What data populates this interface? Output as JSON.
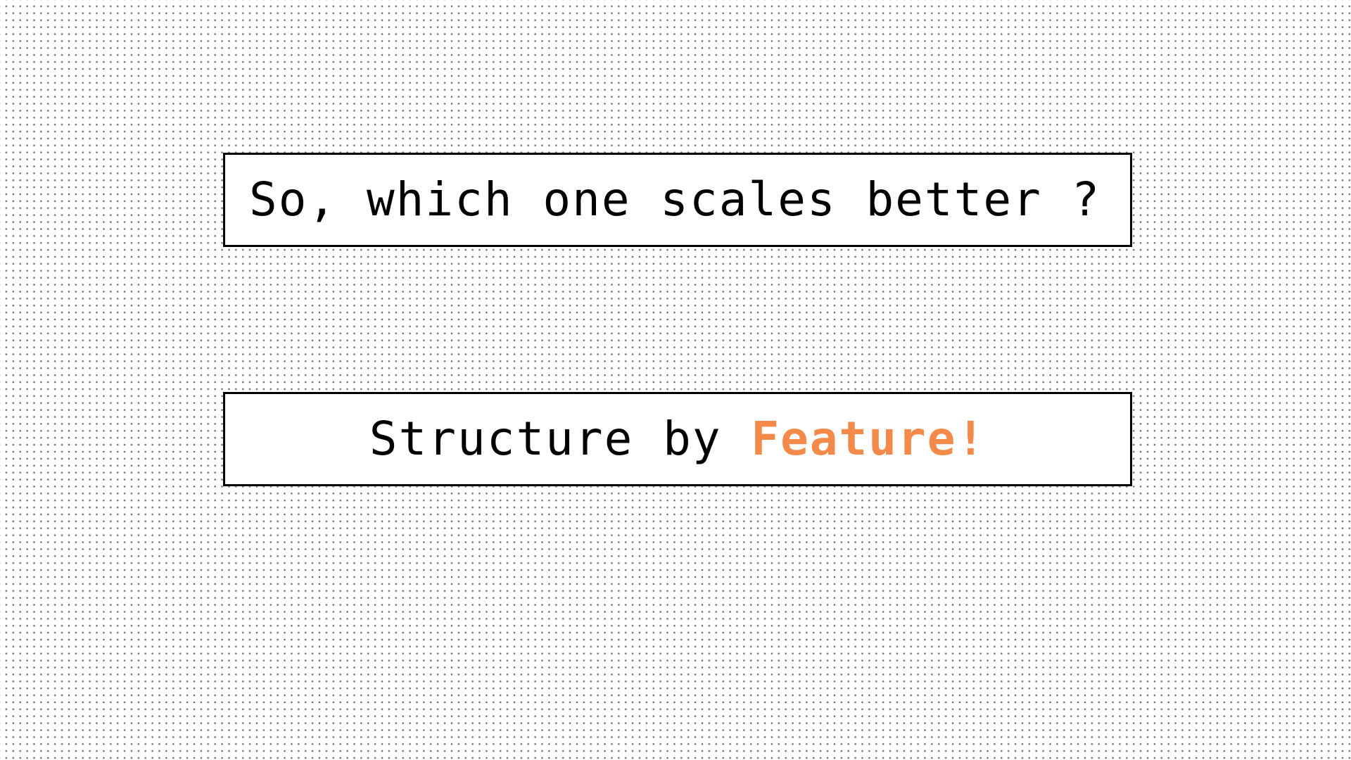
{
  "question": {
    "text": "So, which one scales better ?"
  },
  "answer": {
    "prefix": "Structure by ",
    "highlight": "Feature!",
    "highlight_color": "#f48a4a"
  }
}
